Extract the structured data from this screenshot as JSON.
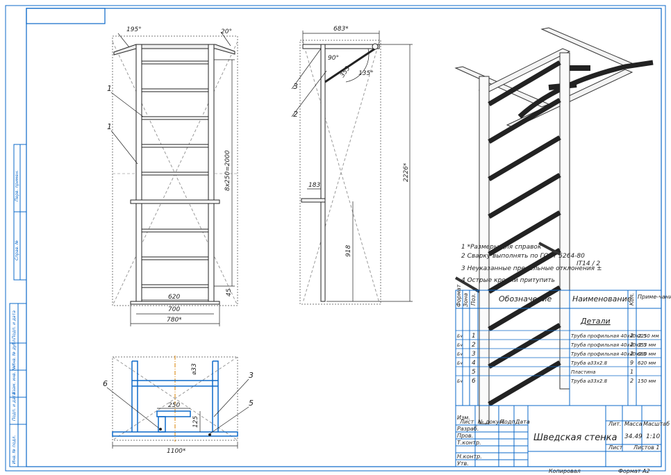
{
  "drawing": {
    "title": "Шведская стенка",
    "mass": "34.49",
    "scale": "1:10",
    "format_label": "Формат А2",
    "copied_label": "Копировал"
  },
  "notes": [
    "1 *Размеры для справок",
    "2 Сварку выполнять по ГОСТ 5264-80",
    "3 Неуказанные предельные отклонения ±",
    "4 Острые кромки притупить"
  ],
  "tolerance_note": "IT14 / 2",
  "front_view": {
    "angle_left": "195°",
    "angle_right": "20°",
    "height_dim": "8x250=2000",
    "dim_620": "620",
    "dim_700": "700",
    "dim_780": "780*",
    "dim_45": "45",
    "callouts": [
      "1",
      "1"
    ]
  },
  "side_view": {
    "width_dim": "683*",
    "dim_90": "90°",
    "dim_353": "353",
    "dim_135": "135°",
    "height_dim": "2226*",
    "dim_183": "183",
    "dim_918": "918",
    "callouts": [
      "3",
      "2"
    ]
  },
  "bottom_view": {
    "dim_33": "⌀33",
    "dim_250": "250",
    "dim_125": "125",
    "dim_1100": "1100*",
    "callouts": [
      "6",
      "3",
      "5"
    ]
  },
  "spec_table": {
    "headers": [
      "Формат",
      "Зона",
      "Поз.",
      "Обозначение",
      "Наименование",
      "Кол.",
      "Приме-чание"
    ],
    "section": "Детали",
    "rows": [
      {
        "fmt": "Бч",
        "pos": "1",
        "name": "Труба профильная 40х40х2.5",
        "qty": "2",
        "note": "2250 мм"
      },
      {
        "fmt": "Бч",
        "pos": "2",
        "name": "Труба профильная 40х40х2.5",
        "qty": "2",
        "note": "353 мм"
      },
      {
        "fmt": "Бч",
        "pos": "3",
        "name": "Труба профильная 40х40х2.5",
        "qty": "2",
        "note": "680 мм"
      },
      {
        "fmt": "Бч",
        "pos": "4",
        "name": "Труба ⌀33х2.8",
        "qty": "9",
        "note": "620 мм"
      },
      {
        "fmt": "",
        "pos": "5",
        "name": "Пластина",
        "qty": "1",
        "note": ""
      },
      {
        "fmt": "Бч",
        "pos": "6",
        "name": "Труба ⌀33х2.8",
        "qty": "2",
        "note": "150 мм"
      }
    ]
  },
  "title_block": {
    "headers": [
      "Лит.",
      "Масса",
      "Масштаб"
    ],
    "sheet_label": "Лист",
    "sheets_label": "Листов 1",
    "sign_rows": [
      "Изм.",
      "Разраб.",
      "Пров.",
      "Т.контр.",
      "Н.контр.",
      "Утв."
    ],
    "sign_cols": [
      "Лист",
      "№ докум.",
      "Подп.",
      "Дата"
    ]
  },
  "side_strip": [
    "Перв. примен.",
    "Справ. №",
    "Подп. и дата",
    "Инв. № дубл.",
    "Взам. инв. №",
    "Подп. и дата",
    "Инв. № подл."
  ]
}
